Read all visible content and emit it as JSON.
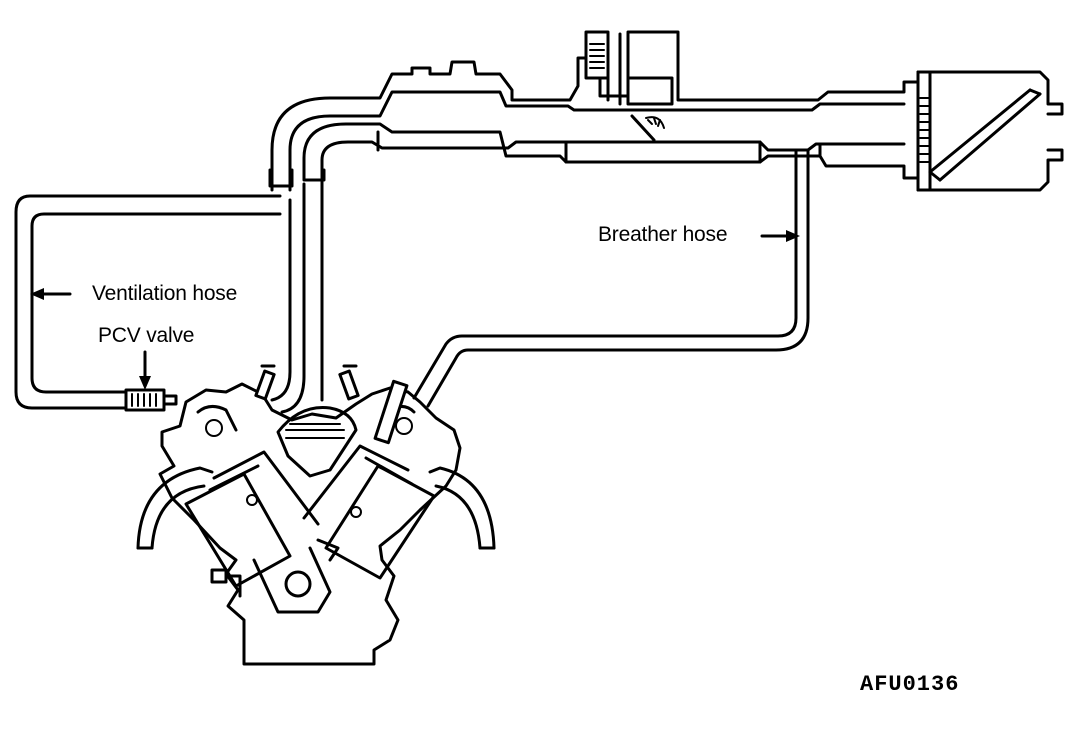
{
  "labels": {
    "ventilation_hose": "Ventilation hose",
    "pcv_valve": "PCV valve",
    "breather_hose": "Breather hose",
    "figure_code": "AFU0136"
  },
  "colors": {
    "line": "#000000",
    "background": "#ffffff"
  },
  "icons": {
    "arrow": "arrow-left-icon"
  }
}
